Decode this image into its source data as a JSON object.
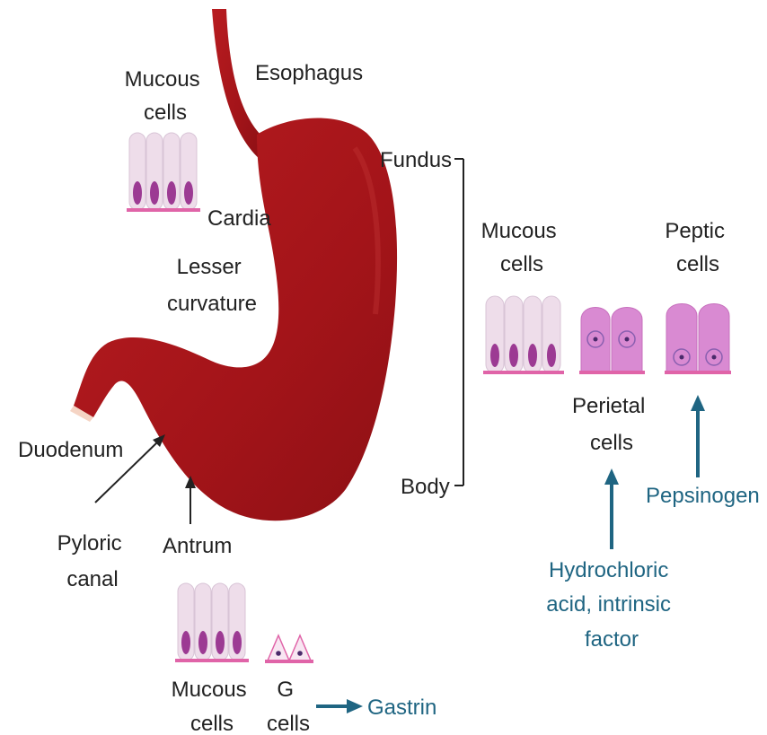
{
  "colors": {
    "stomach": "#a31419",
    "stomach_highlight": "#c53a3a",
    "mucous_cell": "#eeddea",
    "nucleus": "#9c3a93",
    "membrane": "#e064a8",
    "parietal_cell": "#d98ad2",
    "g_cell_fill": "#f8e6f2",
    "label_text": "#222222",
    "secretion_text": "#1f6582"
  },
  "labels": {
    "esophagus": "Esophagus",
    "mucous_cells_top": [
      "Mucous",
      "cells"
    ],
    "cardia": "Cardia",
    "lesser_curvature": [
      "Lesser",
      "curvature"
    ],
    "duodenum": "Duodenum",
    "pyloric_canal": [
      "Pyloric",
      "canal"
    ],
    "antrum": "Antrum",
    "fundus": "Fundus",
    "body": "Body",
    "mucous_cells_right": [
      "Mucous",
      "cells"
    ],
    "peptic_cells": [
      "Peptic",
      "cells"
    ],
    "parietal_cells": [
      "Perietal",
      "cells"
    ],
    "mucous_cells_bottom": [
      "Mucous",
      "cells"
    ],
    "g_cells": [
      "G",
      "cells"
    ]
  },
  "secretions": {
    "pepsinogen": "Pepsinogen",
    "hcl_intrinsic": [
      "Hydrochloric",
      "acid, intrinsic",
      "factor"
    ],
    "gastrin": "Gastrin"
  }
}
